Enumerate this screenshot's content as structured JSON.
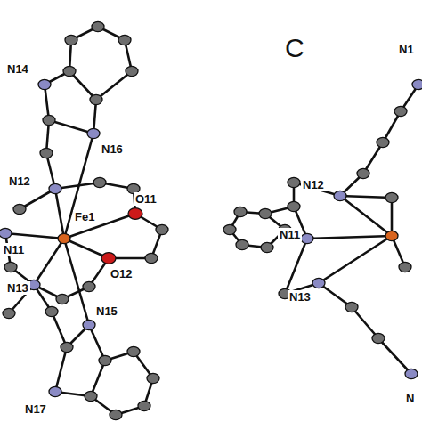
{
  "diagram": {
    "labels": [
      "N14",
      "N16",
      "N12",
      "Fe1",
      "O11",
      "N11",
      "O12",
      "N13",
      "N15",
      "N17",
      "C",
      "N1",
      "N12",
      "N11",
      "N13",
      "N"
    ]
  }
}
